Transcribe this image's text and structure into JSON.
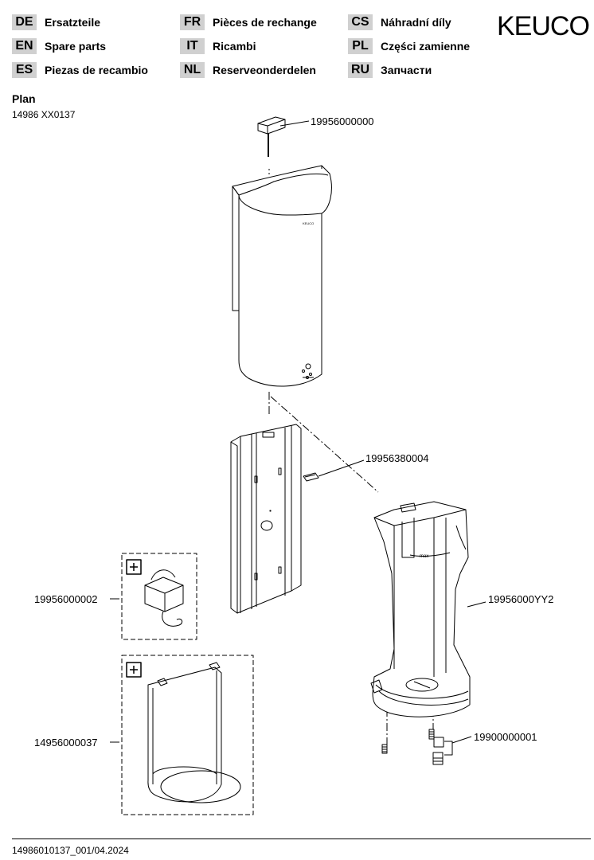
{
  "languages": [
    {
      "code": "DE",
      "label": "Ersatzteile"
    },
    {
      "code": "EN",
      "label": "Spare parts"
    },
    {
      "code": "ES",
      "label": "Piezas de recambio"
    },
    {
      "code": "FR",
      "label": "Pièces de rechange"
    },
    {
      "code": "IT",
      "label": "Ricambi"
    },
    {
      "code": "NL",
      "label": "Reserveonderdelen"
    },
    {
      "code": "CS",
      "label": "Náhradní díly"
    },
    {
      "code": "PL",
      "label": "Części zamienne"
    },
    {
      "code": "RU",
      "label": "Запчасти"
    }
  ],
  "brand": "KEUCO",
  "plan": {
    "title": "Plan",
    "code": "14986 XX0137"
  },
  "parts": {
    "key": "19956000000",
    "mount_plate": "19956380004",
    "sensor_module": "19956000002",
    "container": "19956000YY2",
    "drip_tray": "14956000037",
    "nozzle": "19900000001"
  },
  "icons": {
    "addon_1": "plus-box-icon",
    "addon_2": "plus-box-icon"
  },
  "footer": "14986010137_001/04.2024"
}
